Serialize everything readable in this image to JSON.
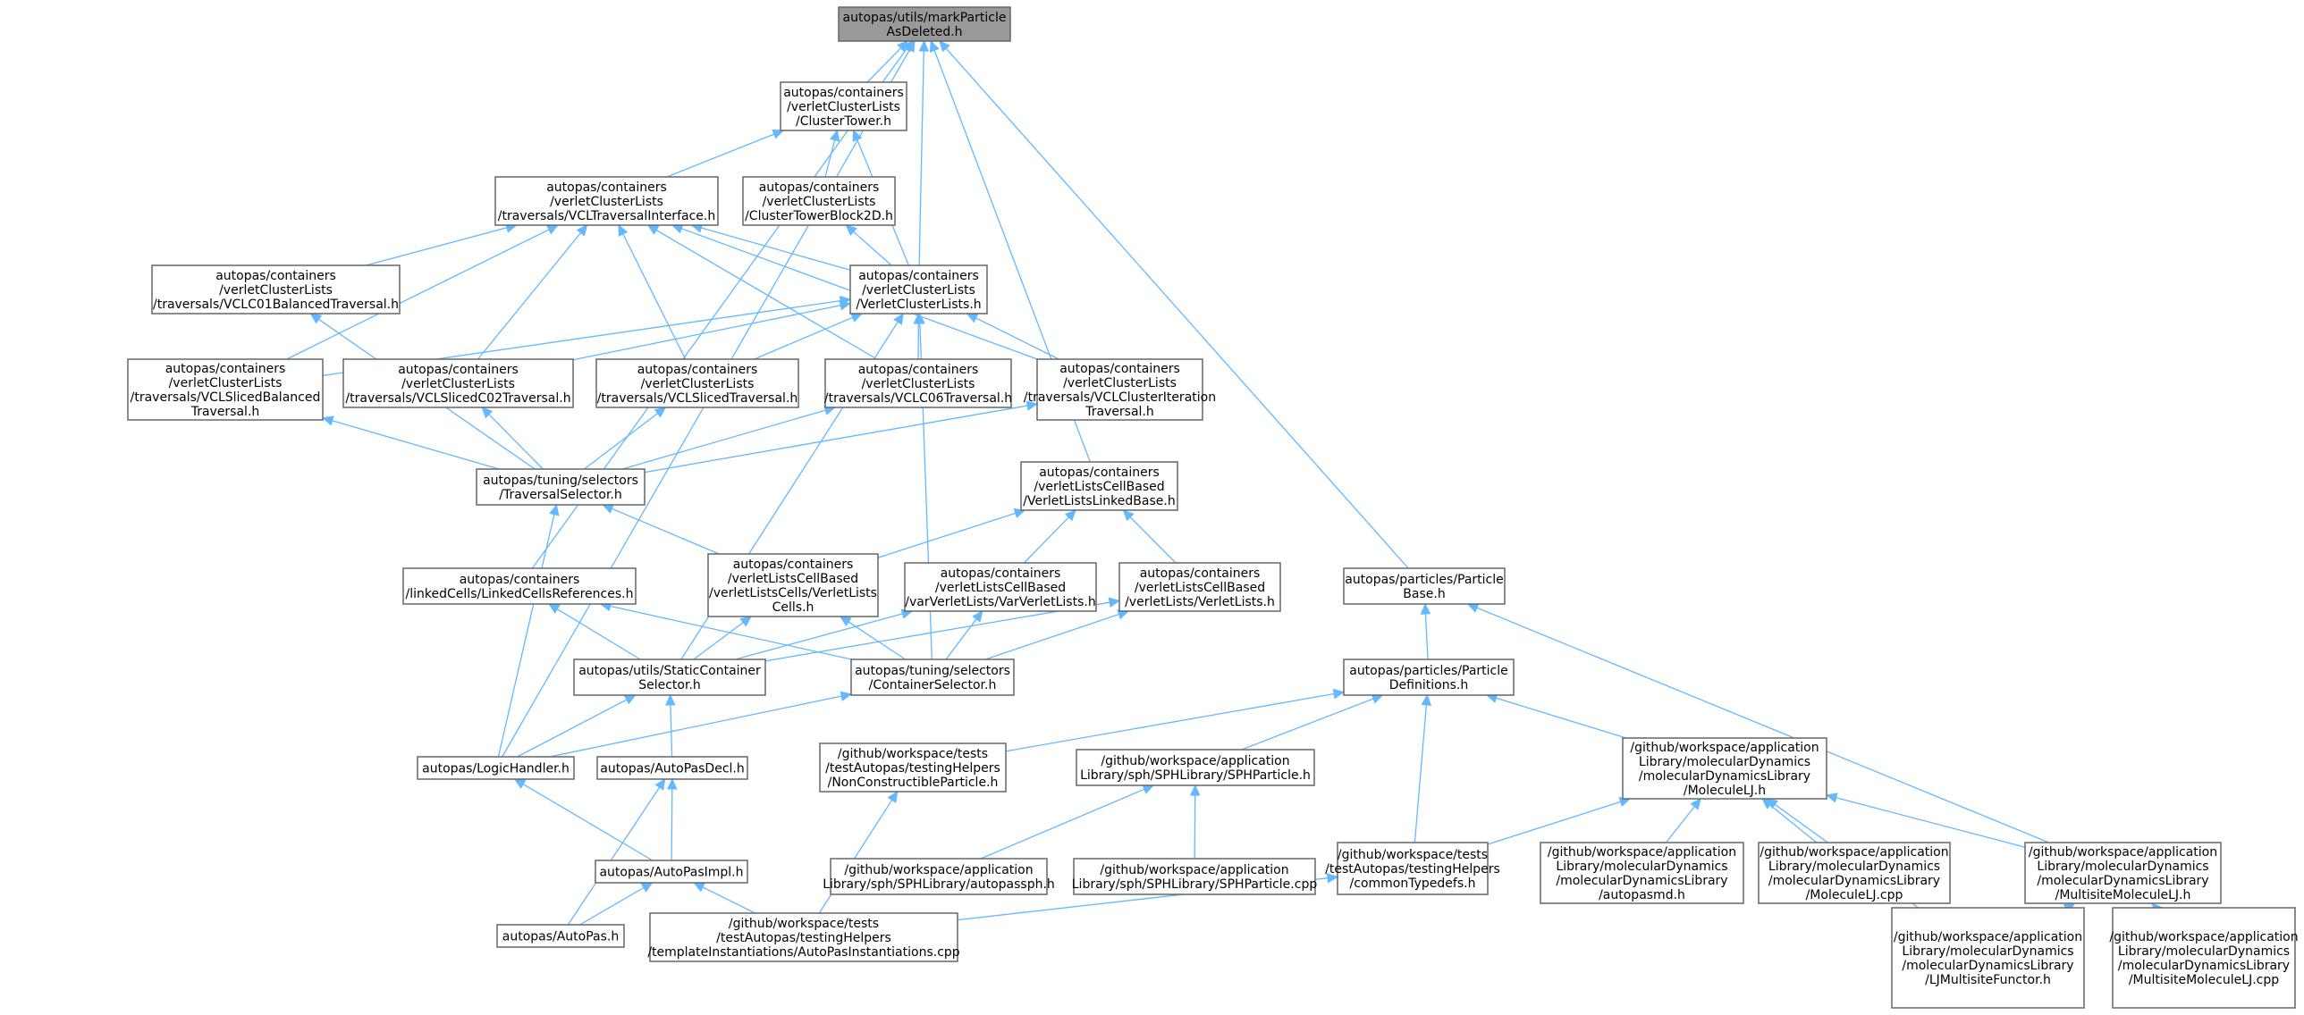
{
  "graph": {
    "nodes": [
      {
        "id": "n0",
        "label": [
          "autopas/utils/markParticle",
          "AsDeleted.h"
        ],
        "highlight": true
      },
      {
        "id": "n1",
        "label": [
          "autopas/containers",
          "/verletClusterLists",
          "/ClusterTower.h"
        ]
      },
      {
        "id": "n2",
        "label": [
          "autopas/containers",
          "/verletClusterLists",
          "/traversals/VCLTraversalInterface.h"
        ]
      },
      {
        "id": "n3",
        "label": [
          "autopas/containers",
          "/verletClusterLists",
          "/ClusterTowerBlock2D.h"
        ]
      },
      {
        "id": "n4",
        "label": [
          "autopas/containers",
          "/verletClusterLists",
          "/traversals/VCLC01BalancedTraversal.h"
        ]
      },
      {
        "id": "n5",
        "label": [
          "autopas/containers",
          "/verletClusterLists",
          "/VerletClusterLists.h"
        ]
      },
      {
        "id": "n6",
        "label": [
          "autopas/containers",
          "/verletClusterLists",
          "/traversals/VCLSlicedBalanced",
          "Traversal.h"
        ]
      },
      {
        "id": "n7",
        "label": [
          "autopas/containers",
          "/verletClusterLists",
          "/traversals/VCLSlicedC02Traversal.h"
        ]
      },
      {
        "id": "n8",
        "label": [
          "autopas/containers",
          "/verletClusterLists",
          "/traversals/VCLSlicedTraversal.h"
        ]
      },
      {
        "id": "n9",
        "label": [
          "autopas/containers",
          "/verletClusterLists",
          "/traversals/VCLC06Traversal.h"
        ]
      },
      {
        "id": "n10",
        "label": [
          "autopas/containers",
          "/verletClusterLists",
          "/traversals/VCLClusterIteration",
          "Traversal.h"
        ]
      },
      {
        "id": "n11",
        "label": [
          "autopas/tuning/selectors",
          "/TraversalSelector.h"
        ]
      },
      {
        "id": "n12",
        "label": [
          "autopas/containers",
          "/verletListsCellBased",
          "/VerletListsLinkedBase.h"
        ]
      },
      {
        "id": "n13",
        "label": [
          "autopas/containers",
          "/linkedCells/LinkedCellsReferences.h"
        ]
      },
      {
        "id": "n14",
        "label": [
          "autopas/containers",
          "/verletListsCellBased",
          "/verletListsCells/VerletLists",
          "Cells.h"
        ]
      },
      {
        "id": "n15",
        "label": [
          "autopas/containers",
          "/verletListsCellBased",
          "/varVerletLists/VarVerletLists.h"
        ]
      },
      {
        "id": "n16",
        "label": [
          "autopas/containers",
          "/verletListsCellBased",
          "/verletLists/VerletLists.h"
        ]
      },
      {
        "id": "n17",
        "label": [
          "autopas/particles/Particle",
          "Base.h"
        ]
      },
      {
        "id": "n18",
        "label": [
          "autopas/utils/StaticContainer",
          "Selector.h"
        ]
      },
      {
        "id": "n19",
        "label": [
          "autopas/tuning/selectors",
          "/ContainerSelector.h"
        ]
      },
      {
        "id": "n20",
        "label": [
          "autopas/particles/Particle",
          "Definitions.h"
        ]
      },
      {
        "id": "n21",
        "label": [
          "autopas/LogicHandler.h"
        ]
      },
      {
        "id": "n22",
        "label": [
          "autopas/AutoPasDecl.h"
        ]
      },
      {
        "id": "n23",
        "label": [
          "/github/workspace/tests",
          "/testAutopas/testingHelpers",
          "/NonConstructibleParticle.h"
        ]
      },
      {
        "id": "n24",
        "label": [
          "/github/workspace/application",
          "Library/sph/SPHLibrary/SPHParticle.h"
        ]
      },
      {
        "id": "n25",
        "label": [
          "/github/workspace/application",
          "Library/molecularDynamics",
          "/molecularDynamicsLibrary",
          "/MoleculeLJ.h"
        ]
      },
      {
        "id": "n26",
        "label": [
          "autopas/AutoPasImpl.h"
        ]
      },
      {
        "id": "n27",
        "label": [
          "/github/workspace/application",
          "Library/sph/SPHLibrary/autopassph.h"
        ]
      },
      {
        "id": "n28",
        "label": [
          "/github/workspace/application",
          "Library/sph/SPHLibrary/SPHParticle.cpp"
        ]
      },
      {
        "id": "n29",
        "label": [
          "/github/workspace/tests",
          "/testAutopas/testingHelpers",
          "/commonTypedefs.h"
        ]
      },
      {
        "id": "n30",
        "label": [
          "/github/workspace/application",
          "Library/molecularDynamics",
          "/molecularDynamicsLibrary",
          "/autopasmd.h"
        ]
      },
      {
        "id": "n31",
        "label": [
          "/github/workspace/application",
          "Library/molecularDynamics",
          "/molecularDynamicsLibrary",
          "/MoleculeLJ.cpp"
        ]
      },
      {
        "id": "n32",
        "label": [
          "/github/workspace/application",
          "Library/molecularDynamics",
          "/molecularDynamicsLibrary",
          "/MultisiteMoleculeLJ.h"
        ]
      },
      {
        "id": "n33",
        "label": [
          "autopas/AutoPas.h"
        ]
      },
      {
        "id": "n34",
        "label": [
          "/github/workspace/tests",
          "/testAutopas/testingHelpers",
          "/templateInstantiations/AutoPasInstantiations.cpp"
        ]
      },
      {
        "id": "n35",
        "label": [
          "/github/workspace/application",
          "Library/molecularDynamics",
          "/molecularDynamicsLibrary",
          "/LJMultisiteFunctor.h"
        ]
      },
      {
        "id": "n36",
        "label": [
          "/github/workspace/application",
          "Library/molecularDynamics",
          "/molecularDynamicsLibrary",
          "/MultisiteMoleculeLJ.cpp"
        ]
      }
    ],
    "edges": [
      [
        "n1",
        "n0"
      ],
      [
        "n5",
        "n0"
      ],
      [
        "n12",
        "n0"
      ],
      [
        "n13",
        "n0"
      ],
      [
        "n17",
        "n0"
      ],
      [
        "n21",
        "n0"
      ],
      [
        "n2",
        "n1"
      ],
      [
        "n3",
        "n1"
      ],
      [
        "n5",
        "n1"
      ],
      [
        "n4",
        "n2"
      ],
      [
        "n5",
        "n2"
      ],
      [
        "n6",
        "n2"
      ],
      [
        "n7",
        "n2"
      ],
      [
        "n8",
        "n2"
      ],
      [
        "n9",
        "n2"
      ],
      [
        "n10",
        "n2"
      ],
      [
        "n5",
        "n3"
      ],
      [
        "n11",
        "n4"
      ],
      [
        "n6",
        "n5"
      ],
      [
        "n7",
        "n5"
      ],
      [
        "n8",
        "n5"
      ],
      [
        "n9",
        "n5"
      ],
      [
        "n10",
        "n5"
      ],
      [
        "n18",
        "n5"
      ],
      [
        "n19",
        "n5"
      ],
      [
        "n11",
        "n6"
      ],
      [
        "n11",
        "n7"
      ],
      [
        "n11",
        "n8"
      ],
      [
        "n11",
        "n9"
      ],
      [
        "n11",
        "n10"
      ],
      [
        "n14",
        "n11"
      ],
      [
        "n21",
        "n11"
      ],
      [
        "n14",
        "n12"
      ],
      [
        "n15",
        "n12"
      ],
      [
        "n16",
        "n12"
      ],
      [
        "n18",
        "n13"
      ],
      [
        "n19",
        "n13"
      ],
      [
        "n18",
        "n14"
      ],
      [
        "n19",
        "n14"
      ],
      [
        "n18",
        "n15"
      ],
      [
        "n19",
        "n15"
      ],
      [
        "n18",
        "n16"
      ],
      [
        "n19",
        "n16"
      ],
      [
        "n20",
        "n17"
      ],
      [
        "n32",
        "n17"
      ],
      [
        "n21",
        "n18"
      ],
      [
        "n22",
        "n18"
      ],
      [
        "n21",
        "n19"
      ],
      [
        "n23",
        "n20"
      ],
      [
        "n24",
        "n20"
      ],
      [
        "n25",
        "n20"
      ],
      [
        "n29",
        "n20"
      ],
      [
        "n26",
        "n21"
      ],
      [
        "n26",
        "n22"
      ],
      [
        "n33",
        "n22"
      ],
      [
        "n34",
        "n23"
      ],
      [
        "n27",
        "n24"
      ],
      [
        "n28",
        "n24"
      ],
      [
        "n29",
        "n25"
      ],
      [
        "n30",
        "n25"
      ],
      [
        "n31",
        "n25"
      ],
      [
        "n32",
        "n25"
      ],
      [
        "n35",
        "n25"
      ],
      [
        "n33",
        "n26"
      ],
      [
        "n34",
        "n26"
      ],
      [
        "n34",
        "n29"
      ],
      [
        "n35",
        "n32"
      ],
      [
        "n36",
        "n32"
      ]
    ],
    "colors": {
      "edge": "#63b8ff",
      "node_border": "#666666",
      "root_fill": "#999999",
      "node_fill": "#ffffff"
    }
  }
}
